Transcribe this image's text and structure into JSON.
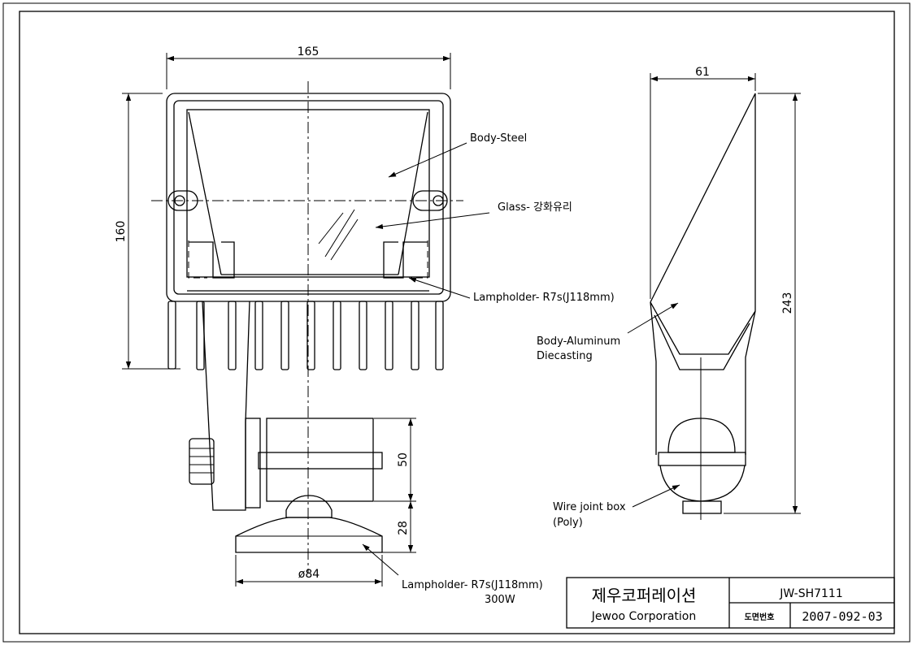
{
  "dimensions": {
    "width_top": "165",
    "height_left": "160",
    "depth_top": "61",
    "height_right": "243",
    "bracket_height": "50",
    "base_height": "28",
    "base_diameter": "ø84"
  },
  "callouts": {
    "body_steel": "Body-Steel",
    "glass": "Glass- 강화유리",
    "lampholder_main": "Lampholder- R7s(J118mm)",
    "body_aluminum_line1": "Body-Aluminum",
    "body_aluminum_line2": "Diecasting",
    "wire_box_line1": "Wire joint box",
    "wire_box_line2": "(Poly)",
    "lampholder_bottom_line1": "Lampholder- R7s(J118mm)",
    "lampholder_bottom_line2": "300W"
  },
  "title_block": {
    "company_korean": "제우코퍼레이션",
    "company_english": "Jewoo Corporation",
    "model": "JW-SH7111",
    "drawing_no_label": "도면번호",
    "drawing_no": "2007-092-03"
  }
}
